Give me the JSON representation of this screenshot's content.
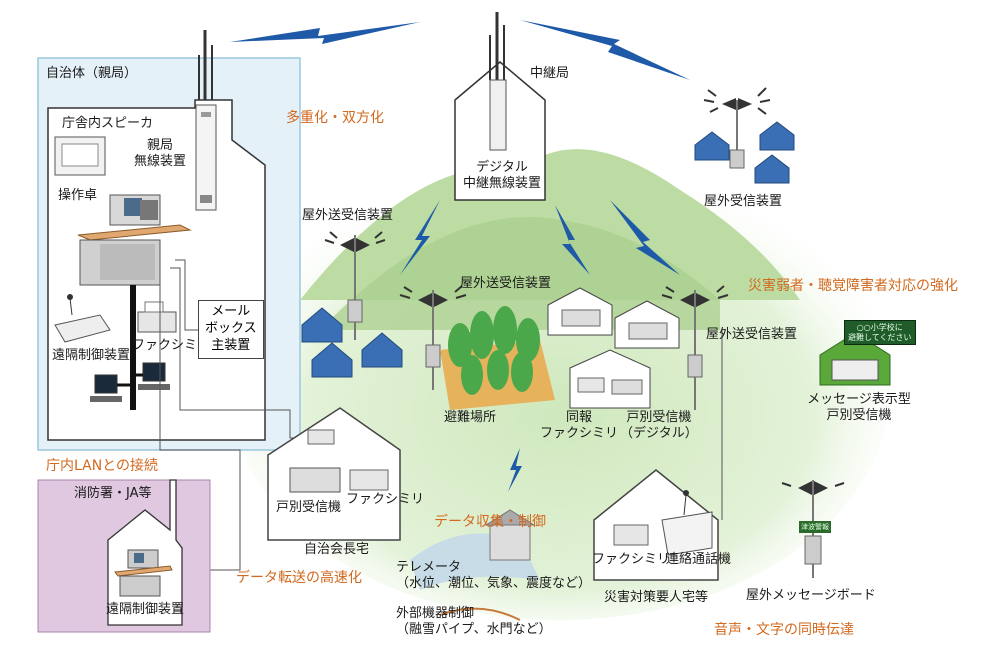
{
  "labels": {
    "municipality": "自治体（親局）",
    "office_speaker": "庁舎内スピーカ",
    "parent_radio": "親局\n無線装置",
    "console": "操作卓",
    "remote_control_left": "遠隔制御装置",
    "fax_left": "ファクシミリ",
    "mailbox": "メール\nボックス\n主装置",
    "relay_station": "中継局",
    "digital_relay": "デジタル\n中継無線装置",
    "outdoor_tx_1": "屋外送受信装置",
    "outdoor_tx_2": "屋外送受信装置",
    "outdoor_tx_3": "屋外送受信装置",
    "outdoor_rx": "屋外受信装置",
    "evacuation_site": "避難場所",
    "simultaneous_fax": "同報\nファクシミリ",
    "household_rx_digital": "戸別受信機\n（デジタル）",
    "message_household": "メッセージ表示型\n戸別受信機",
    "household_rx": "戸別受信機",
    "fax_chief": "ファクシミリ",
    "chief_house": "自治会長宅",
    "fire_dept": "消防署・JA等",
    "remote_control_fire": "遠隔制御装置",
    "telemeter": "テレメータ\n（水位、潮位、気象、震度など）",
    "external_control": "外部機器制御\n（融雪パイプ、水門など）",
    "fax_disaster": "ファクシミリ",
    "intercom": "連絡通話機",
    "disaster_house": "災害対策要人宅等",
    "outdoor_board": "屋外メッセージボード",
    "sign_text": "○○小学校に\n避難してください",
    "board_text": "津波警報"
  },
  "features": {
    "multiplex": "多重化・双方化",
    "lan": "庁内LANとの接続",
    "high_speed": "データ転送の高速化",
    "data_collection": "データ収集・制御",
    "vulnerable": "災害弱者・聴覚障害者対応の強化",
    "voice_text": "音声・文字の同時伝達"
  },
  "colors": {
    "municipality_bg": "#e4f1f8",
    "municipality_border": "#9cc8dc",
    "fire_bg": "#e0c8e0",
    "mountain": "#a9cf8e",
    "mountain_dark": "#8fbf78",
    "ground": "#d6ebc6",
    "bolt": "#1e5aa8",
    "feature_text": "#d2691e",
    "roof_blue": "#3a6fb5",
    "tree": "#4aa84a",
    "sign_green": "#1f5c2a"
  }
}
